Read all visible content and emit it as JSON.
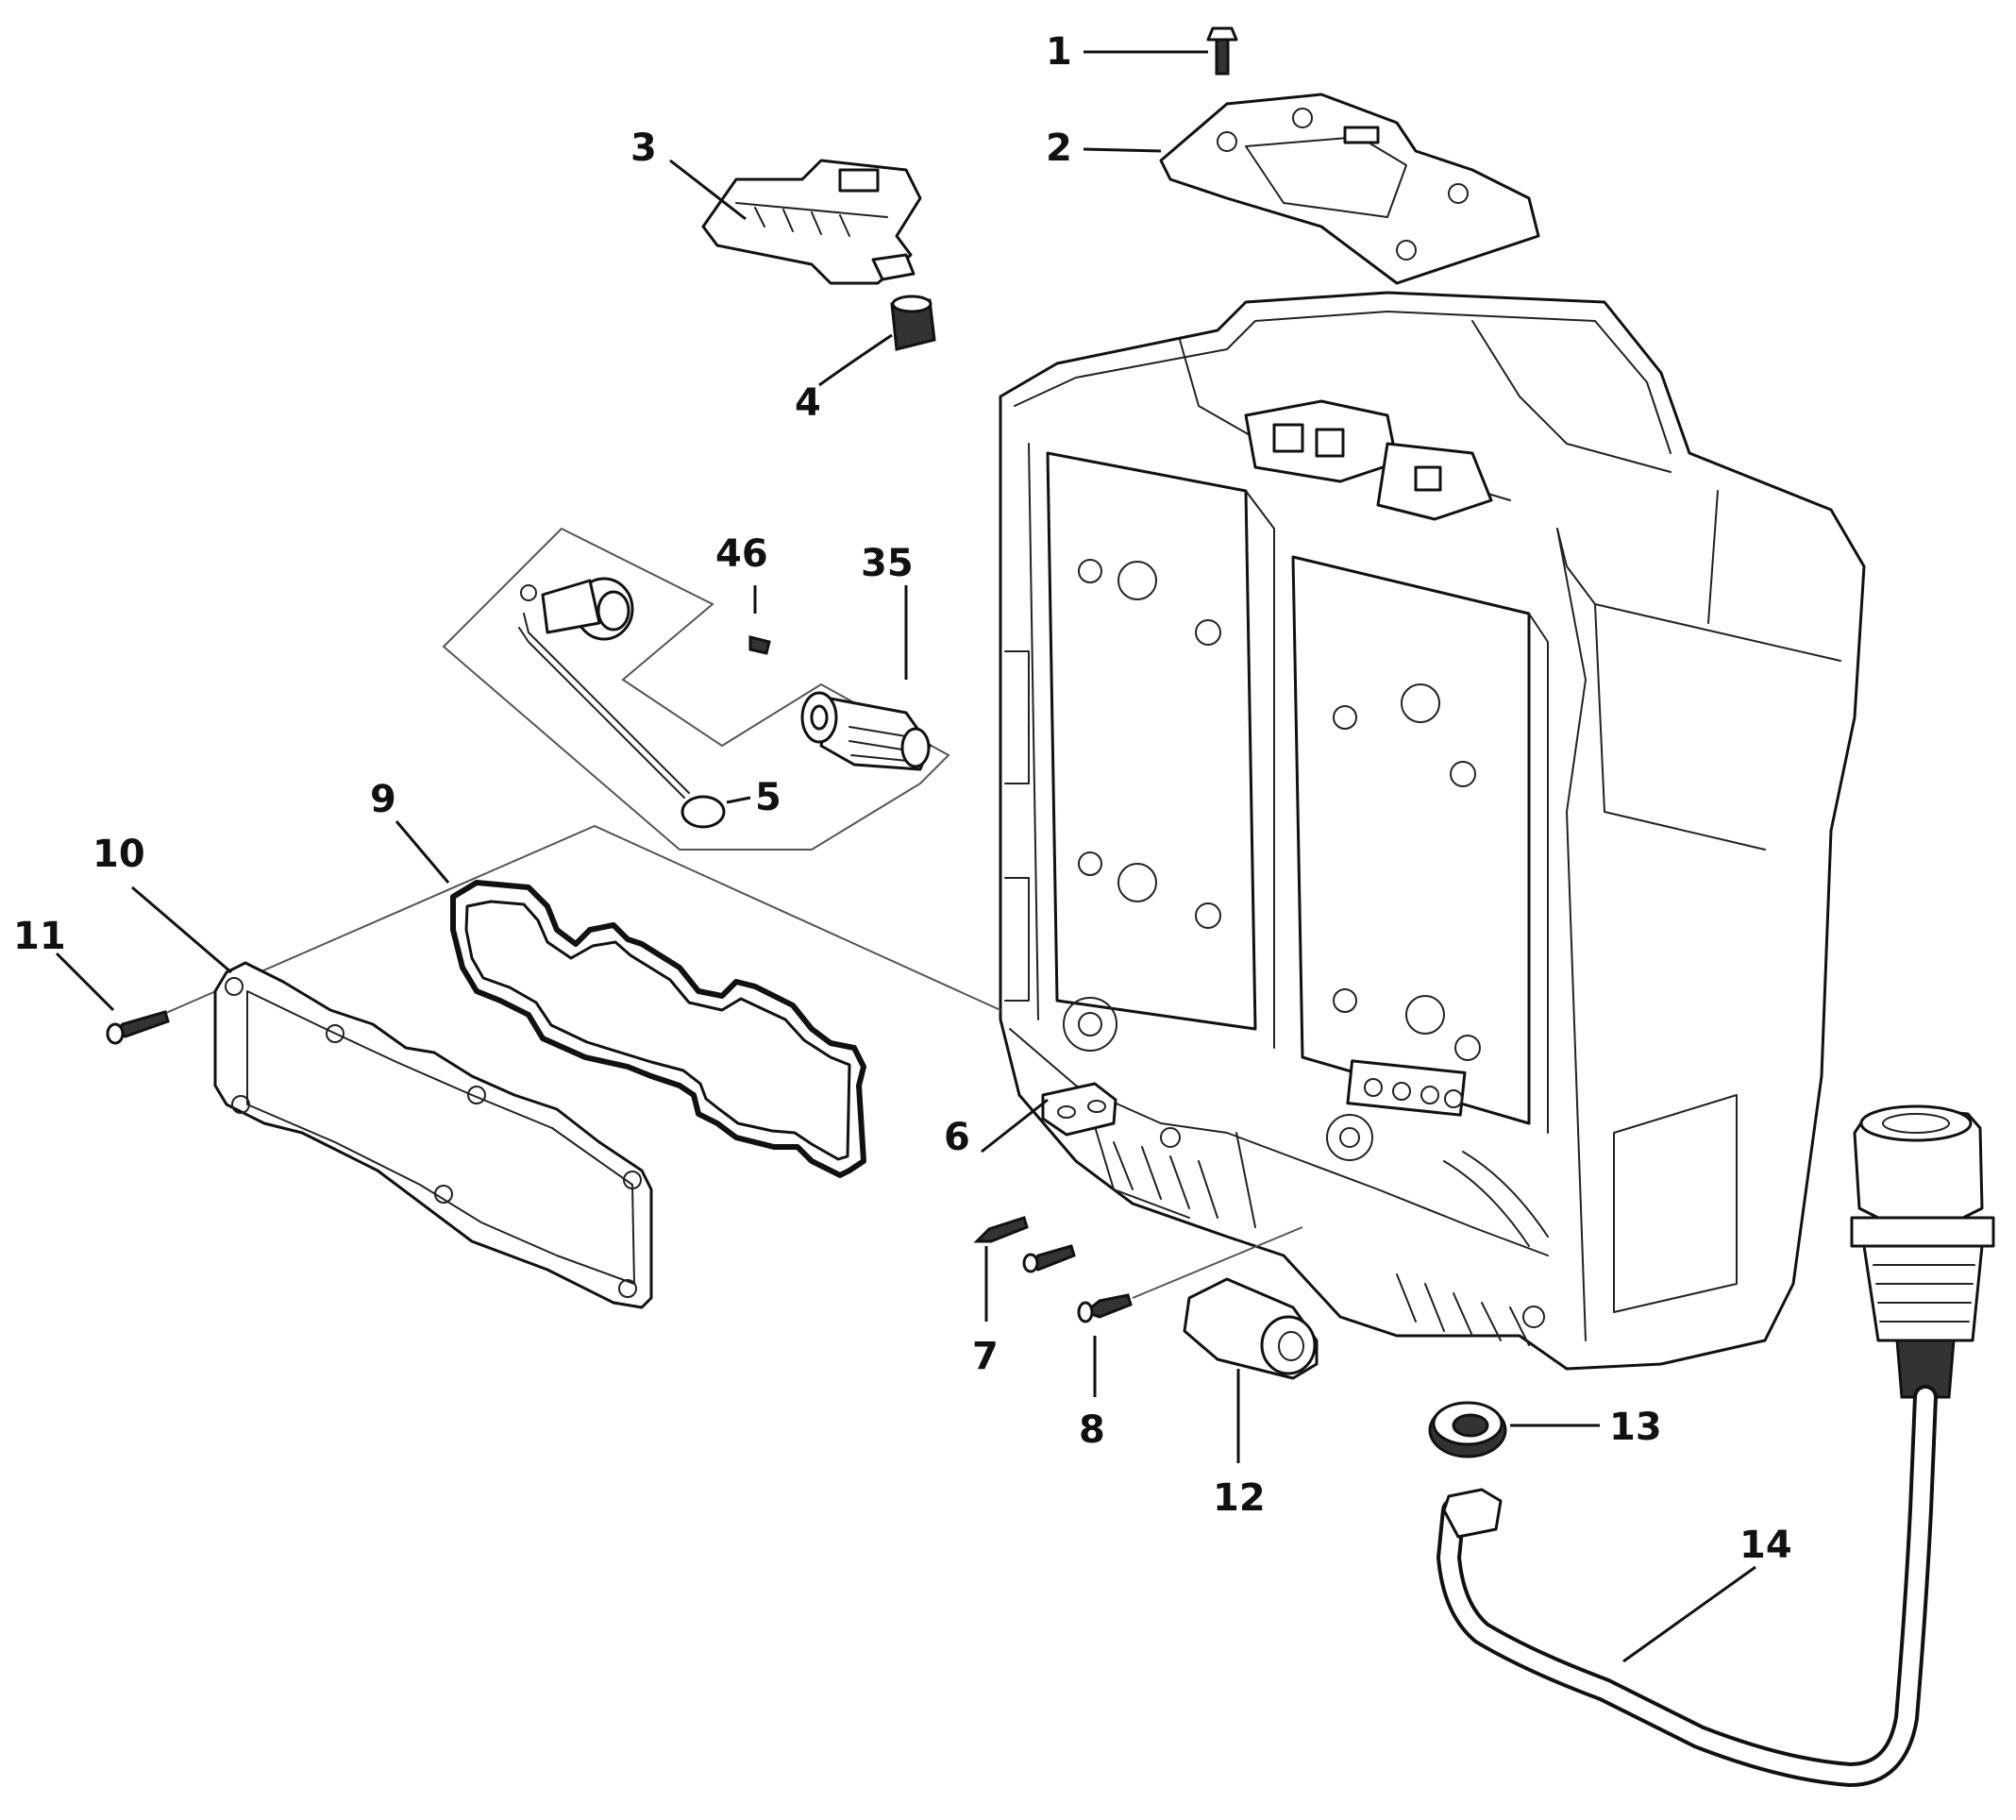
{
  "callouts": {
    "c1": "1",
    "c2": "2",
    "c3": "3",
    "c4": "4",
    "c5": "5",
    "c6": "6",
    "c7": "7",
    "c8": "8",
    "c9": "9",
    "c10": "10",
    "c11": "11",
    "c12": "12",
    "c13": "13",
    "c14": "14",
    "c35": "35",
    "c46": "46"
  },
  "colors": {
    "line": "#111111",
    "background": "#ffffff",
    "accent_dark": "#333333"
  }
}
